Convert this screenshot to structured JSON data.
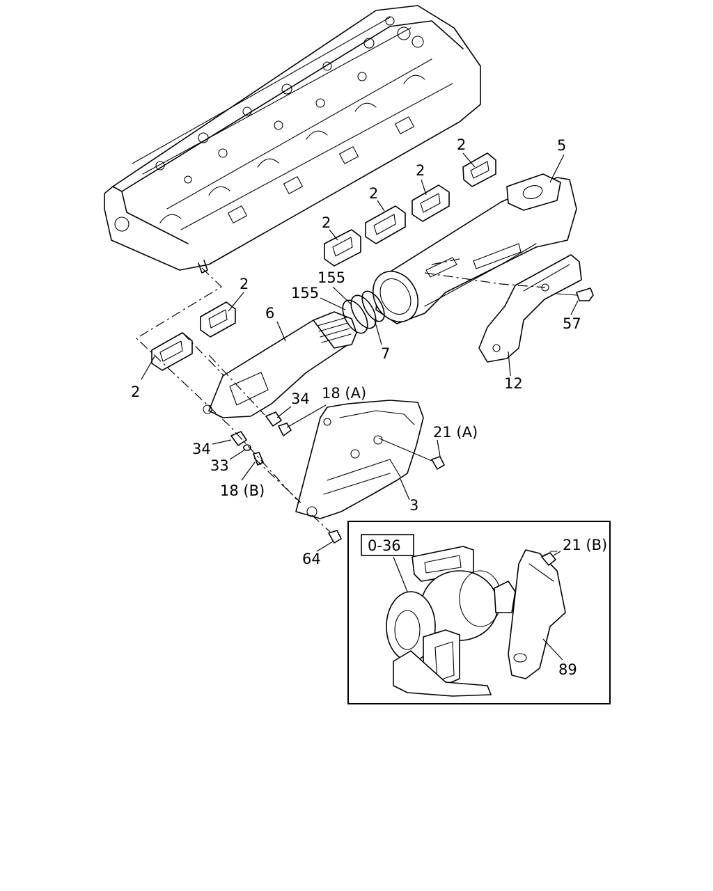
{
  "callouts": {
    "c2_a": "2",
    "c2_b": "2",
    "c2_c": "2",
    "c2_d": "2",
    "c2_e": "2",
    "c2_f": "2",
    "c5": "5",
    "c6": "6",
    "c7": "7",
    "c12": "12",
    "c155_a": "155",
    "c155_b": "155",
    "c57": "57",
    "c34_a": "34",
    "c34_b": "34",
    "c33": "33",
    "c18a": "18 (A)",
    "c18b": "18 (B)",
    "c21a": "21 (A)",
    "c21b": "21 (B)",
    "c3": "3",
    "c64": "64",
    "c89": "89"
  },
  "inset": {
    "reference": "0-36"
  }
}
